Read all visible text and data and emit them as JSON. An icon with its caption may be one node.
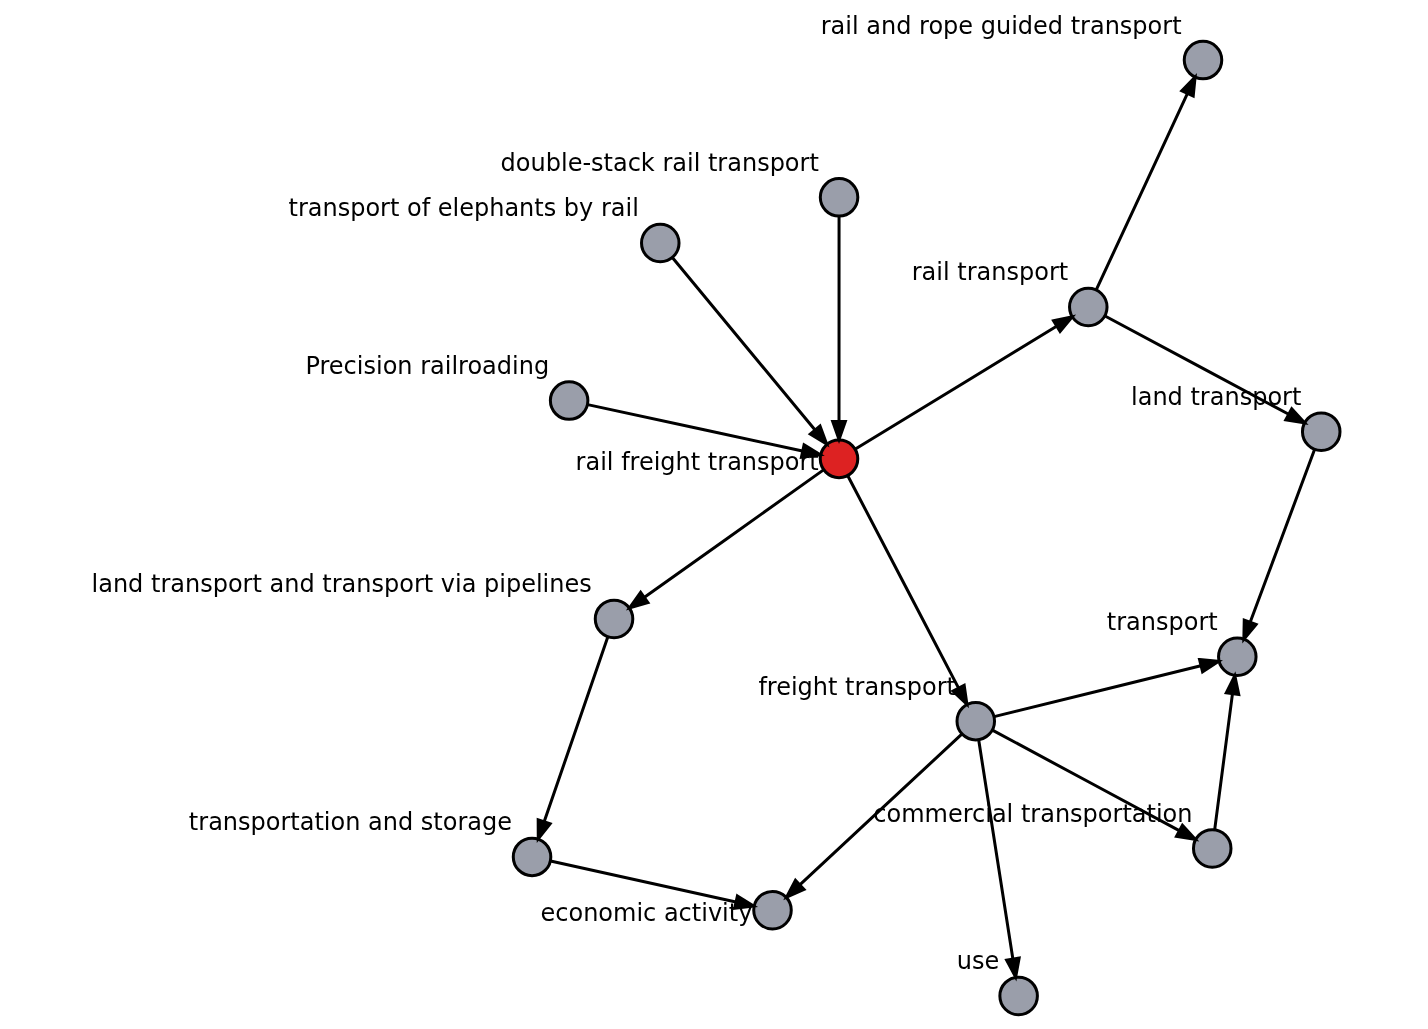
{
  "diagram": {
    "nodes": [
      {
        "text": [],
        "shape": "circle",
        "beside": [
          "transportation and storage"
        ]
      },
      {
        "text": [],
        "shape": "circle",
        "beside": [
          "economic activity"
        ]
      },
      {
        "text": [],
        "shape": "circle",
        "beside": [
          "use"
        ]
      },
      {
        "text": [],
        "shape": "circle",
        "beside": [
          "land transport and transport via pipelines"
        ]
      },
      {
        "text": [],
        "shape": "circle",
        "beside": [
          "freight transport"
        ]
      },
      {
        "text": [],
        "shape": "circle",
        "beside": [
          "double-stack rail transport"
        ]
      },
      {
        "text": [],
        "shape": "circle",
        "beside": [
          "rail freight transport"
        ]
      },
      {
        "text": [],
        "shape": "circle",
        "beside": [
          "transport"
        ]
      },
      {
        "text": [],
        "shape": "circle",
        "beside": [
          "transport of elephants by rail"
        ]
      },
      {
        "text": [],
        "shape": "circle",
        "beside": [
          "commercial transportation"
        ]
      },
      {
        "text": [],
        "shape": "circle",
        "beside": [
          "Precision railroading"
        ]
      },
      {
        "text": [],
        "shape": "circle",
        "beside": [
          "rail transport"
        ]
      },
      {
        "text": [],
        "shape": "circle",
        "beside": [
          "land transport"
        ]
      },
      {
        "text": [],
        "shape": "circle",
        "beside": [
          "rail and rope guided transport"
        ]
      }
    ],
    "edges": [
      {
        "from": 0,
        "to": 1,
        "arrow": "to"
      },
      {
        "from": 3,
        "to": 0,
        "arrow": "to"
      },
      {
        "from": 4,
        "to": 1,
        "arrow": "to"
      },
      {
        "from": 4,
        "to": 2,
        "arrow": "to"
      },
      {
        "from": 6,
        "to": 4,
        "arrow": "to"
      },
      {
        "from": 6,
        "to": 3,
        "arrow": "to"
      },
      {
        "from": 5,
        "to": 6,
        "arrow": "to"
      },
      {
        "from": 8,
        "to": 6,
        "arrow": "to"
      },
      {
        "from": 10,
        "to": 6,
        "arrow": "to"
      },
      {
        "from": 4,
        "to": 7,
        "arrow": "to"
      },
      {
        "from": 4,
        "to": 9,
        "arrow": "to"
      },
      {
        "from": 9,
        "to": 7,
        "arrow": "to"
      },
      {
        "from": 6,
        "to": 11,
        "arrow": "to"
      },
      {
        "from": 11,
        "to": 12,
        "arrow": "to"
      },
      {
        "from": 12,
        "to": 7,
        "arrow": "to"
      },
      {
        "from": 11,
        "to": 13,
        "arrow": "to"
      }
    ]
  }
}
